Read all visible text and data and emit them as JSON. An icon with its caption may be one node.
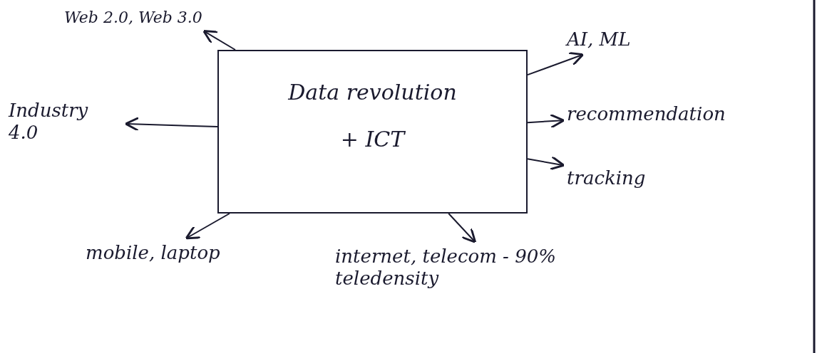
{
  "diagram": {
    "nodes": [
      {
        "text": [
          "Data revolution",
          "+ ICT"
        ]
      },
      {
        "text": [
          "Web 2.0, Web 3.0"
        ]
      },
      {
        "text": [
          "Industry 4.0"
        ]
      },
      {
        "text": [
          "mobile, laptop"
        ]
      },
      {
        "text": [
          "internet, telecom - 90% teledensity"
        ]
      },
      {
        "text": [
          "AI, ML"
        ]
      },
      {
        "text": [
          "recommendation"
        ]
      },
      {
        "text": [
          "tracking"
        ]
      }
    ],
    "edges": [
      {
        "from": 0,
        "to": 1,
        "arrow": "to"
      },
      {
        "from": 0,
        "to": 2,
        "arrow": "to"
      },
      {
        "from": 0,
        "to": 3,
        "arrow": "to"
      },
      {
        "from": 0,
        "to": 4,
        "arrow": "to"
      },
      {
        "from": 0,
        "to": 5,
        "arrow": "to"
      },
      {
        "from": 0,
        "to": 6,
        "arrow": "to"
      },
      {
        "from": 0,
        "to": 7,
        "arrow": "to"
      }
    ]
  }
}
